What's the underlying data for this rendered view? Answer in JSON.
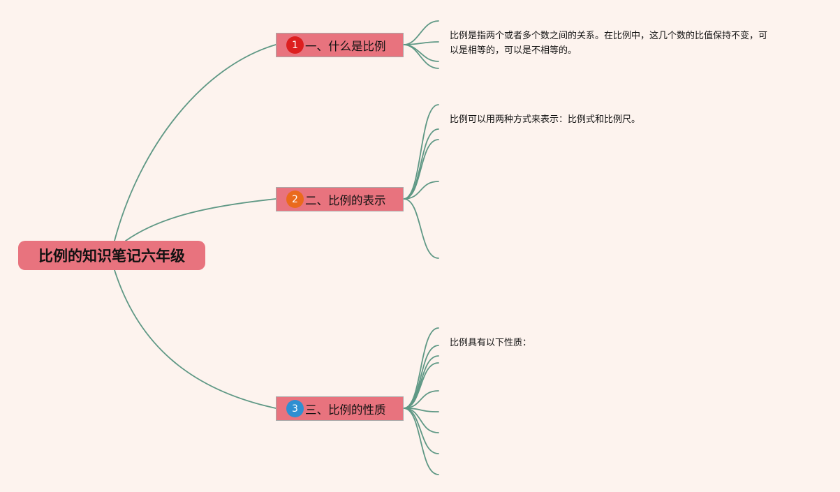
{
  "root": {
    "title": "比例的知识笔记六年级"
  },
  "topics": [
    {
      "number": "1",
      "label": "一、什么是比例",
      "badge_color": "#dd1f1f",
      "notes": [
        "比例是指两个或者多个数之间的关系。在比例中，这几个数的比值保持不变，可",
        "以是相等的，可以是不相等的。"
      ]
    },
    {
      "number": "2",
      "label": "二、比例的表示",
      "badge_color": "#ea6a1c",
      "notes": [
        "比例可以用两种方式来表示：比例式和比例尺。"
      ]
    },
    {
      "number": "3",
      "label": "三、比例的性质",
      "badge_color": "#2e8fd1",
      "notes": [
        "比例具有以下性质："
      ]
    }
  ],
  "colors": {
    "background": "#fdf3ee",
    "node_fill": "#e8737e",
    "connector": "#5f9885"
  }
}
